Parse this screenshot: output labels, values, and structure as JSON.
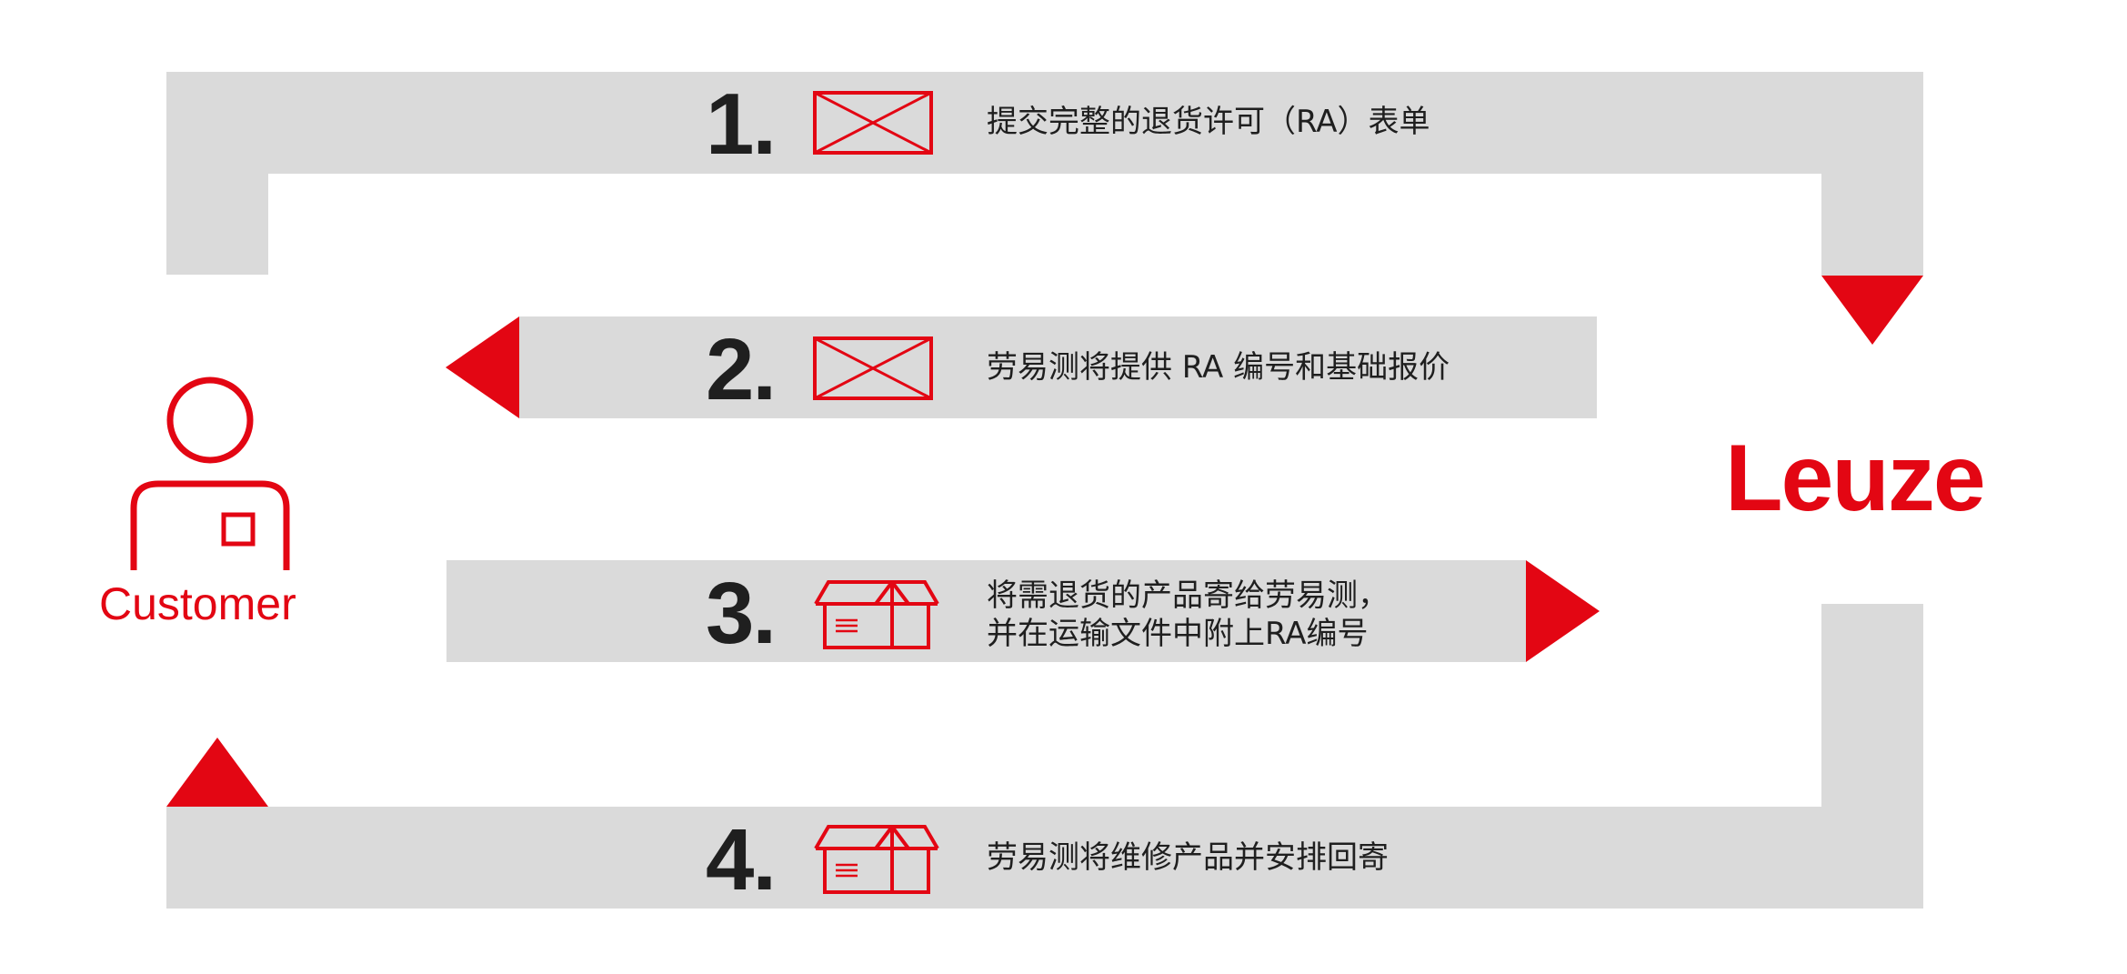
{
  "diagram": {
    "accent_color": "#e30613",
    "band_color": "#dadada",
    "customer": {
      "label": "Customer",
      "icon": "person-icon"
    },
    "company": {
      "logo_text": "Leuze"
    },
    "steps": [
      {
        "number": "1.",
        "icon": "envelope-icon",
        "lines": [
          "提交完整的退货许可（RA）表单"
        ]
      },
      {
        "number": "2.",
        "icon": "envelope-icon",
        "lines": [
          "劳易测将提供 RA 编号和基础报价"
        ]
      },
      {
        "number": "3.",
        "icon": "box-icon",
        "lines": [
          "将需退货的产品寄给劳易测，",
          "并在运输文件中附上RA编号"
        ]
      },
      {
        "number": "4.",
        "icon": "box-icon",
        "lines": [
          "劳易测将维修产品并安排回寄"
        ]
      }
    ]
  }
}
